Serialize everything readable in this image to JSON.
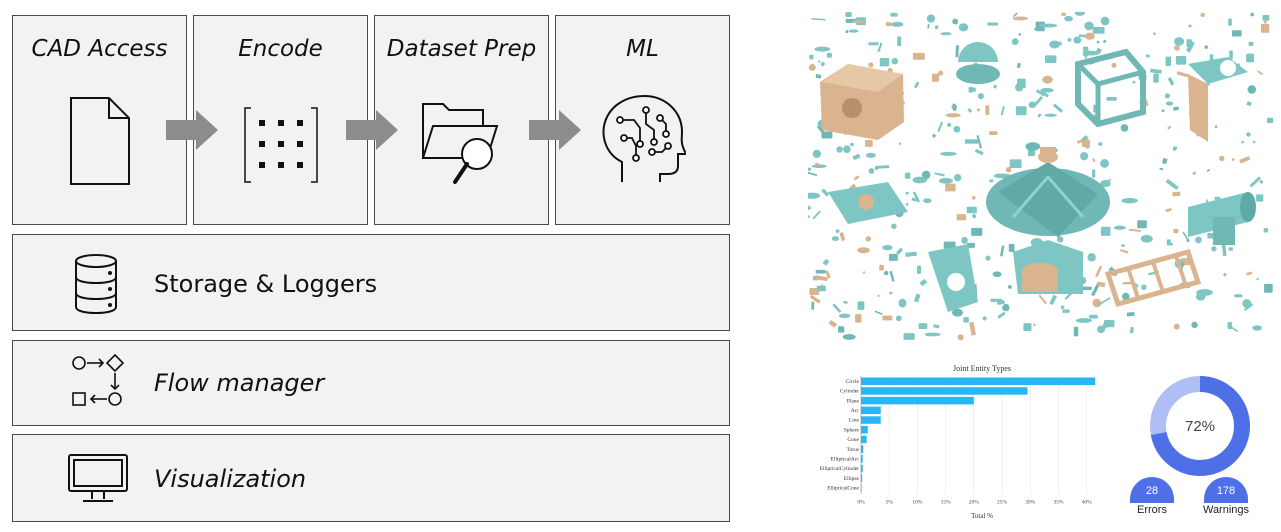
{
  "stages": [
    {
      "title": "CAD Access",
      "icon": "document-icon"
    },
    {
      "title": "Encode",
      "icon": "grid-dots-icon"
    },
    {
      "title": "Dataset Prep",
      "icon": "folder-search-icon"
    },
    {
      "title": "ML",
      "icon": "brain-circuit-icon"
    }
  ],
  "layers": [
    {
      "label": "Storage & Loggers",
      "icon": "database-icon"
    },
    {
      "label": "Flow manager",
      "icon": "flow-shapes-icon"
    },
    {
      "label": "Visualization",
      "icon": "monitor-icon"
    }
  ],
  "colors": {
    "box_fill": "#f2f2f2",
    "box_border": "#4a4a4a",
    "arrow": "#8c8c8c",
    "teal": "#7ec6c4",
    "tan": "#d9b48f",
    "bar": "#29b6f6",
    "gauge": "#4f6fe6",
    "gauge_track": "#aebff5"
  },
  "chart_data": {
    "type": "bar",
    "orientation": "horizontal",
    "title": "Joint Entity Types",
    "xlabel": "Total %",
    "ylabel": "",
    "categories": [
      "Circle",
      "Cylinder",
      "Plane",
      "Arc",
      "Line",
      "Sphere",
      "Cone",
      "Torus",
      "EllipticalArc",
      "EllipticalCylinder",
      "Ellipse",
      "EllipticalCone"
    ],
    "values": [
      41.5,
      29.5,
      20,
      3.5,
      3.5,
      1.2,
      1.0,
      0.4,
      0.3,
      0.3,
      0.2,
      0.1
    ],
    "xlim": [
      0,
      42
    ],
    "xticks": [
      0,
      5,
      10,
      15,
      20,
      25,
      30,
      35,
      40
    ],
    "xtick_labels": [
      "0%",
      "5%",
      "10%",
      "15%",
      "20%",
      "25%",
      "30%",
      "35%",
      "40%"
    ],
    "grid": true
  },
  "gauge": {
    "percent_label": "72%",
    "value": 72,
    "errors_count": "28",
    "errors_label": "Errors",
    "warnings_count": "178",
    "warnings_label": "Warnings"
  }
}
